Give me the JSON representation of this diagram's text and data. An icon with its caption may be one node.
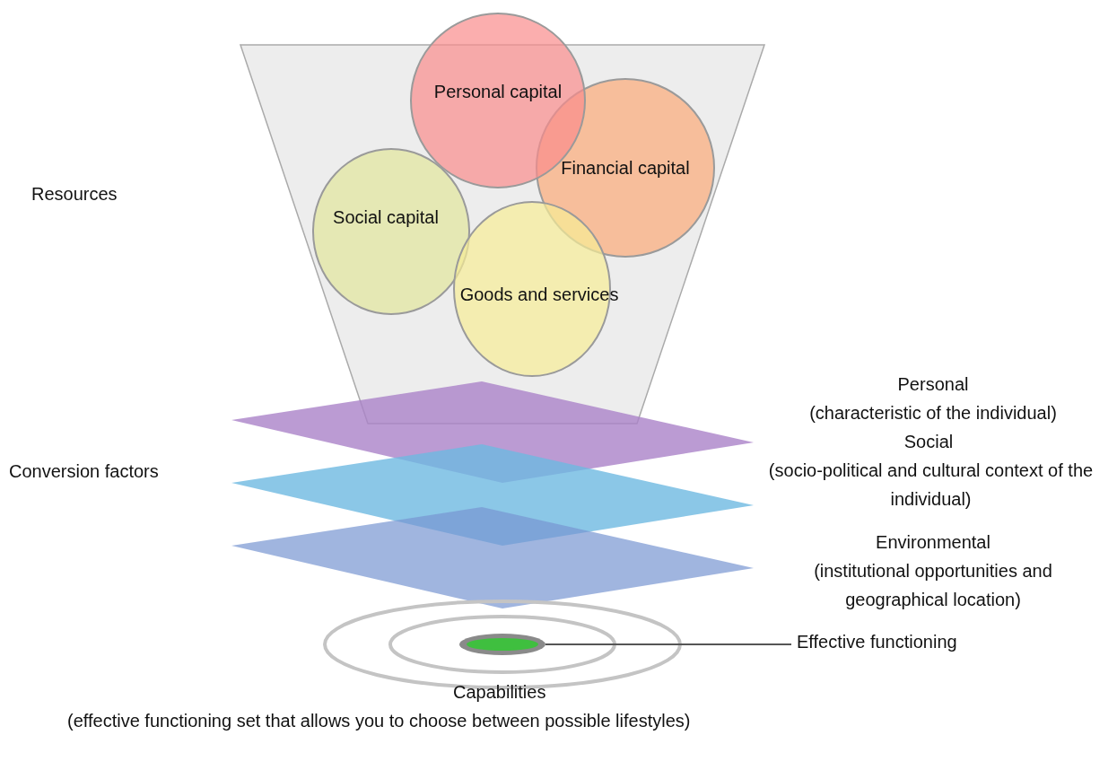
{
  "diagram": {
    "nodes": [
      {
        "text": [],
        "shape": "funnel"
      },
      {
        "text": [
          "Personal capital"
        ]
      },
      {
        "text": [
          "Financial capital"
        ],
        "in": 0
      },
      {
        "text": [
          "Social capital"
        ],
        "in": 0
      },
      {
        "text": [
          "Goods and services"
        ],
        "in": 0
      },
      {
        "text": [],
        "shape": "diamond",
        "beside": [
          "Personal",
          "(characteristic of the individual)"
        ]
      },
      {
        "text": [],
        "shape": "diamond",
        "beside": [
          "Social",
          "(socio-political and cultural context of the individual)"
        ]
      },
      {
        "text": [],
        "shape": "diamond",
        "beside": [
          "Environmental",
          "(institutional opportunities and geographical location)"
        ]
      },
      {
        "text": [],
        "shape": "target"
      },
      {
        "text": [],
        "shape": "ellipse",
        "in": 8
      },
      {
        "text": [
          "Effective functioning"
        ]
      }
    ],
    "edges": [
      {
        "from": 10,
        "to": 9,
        "arrow": "none"
      }
    ],
    "labels": [
      "Resources",
      "Conversion factors",
      "Capabilities",
      "(effective functioning set that allows you to choose between possible lifestyles)"
    ]
  }
}
